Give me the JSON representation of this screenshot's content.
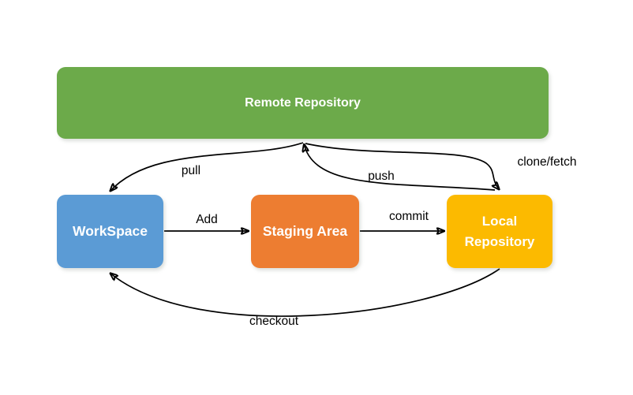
{
  "diagram": {
    "background_color": "#ffffff",
    "arrow_color": "#000000",
    "nodes": {
      "remote": {
        "label": "Remote Repository",
        "color": "#6caa4a",
        "text_color": "#ffffff"
      },
      "workspace": {
        "label": "WorkSpace",
        "color": "#5b9bd5",
        "text_color": "#ffffff"
      },
      "staging": {
        "label": "Staging Area",
        "color": "#ed7d31",
        "text_color": "#ffffff"
      },
      "local": {
        "label": "Local Repository",
        "color": "#fcba00",
        "text_color": "#ffffff"
      }
    },
    "edges": {
      "pull": {
        "label": "pull",
        "from": "remote",
        "to": "workspace"
      },
      "push": {
        "label": "push",
        "from": "local",
        "to": "remote"
      },
      "clone_fetch": {
        "label": "clone/fetch",
        "from": "remote",
        "to": "local"
      },
      "add": {
        "label": "Add",
        "from": "workspace",
        "to": "staging"
      },
      "commit": {
        "label": "commit",
        "from": "staging",
        "to": "local"
      },
      "checkout": {
        "label": "checkout",
        "from": "local",
        "to": "workspace"
      }
    }
  }
}
